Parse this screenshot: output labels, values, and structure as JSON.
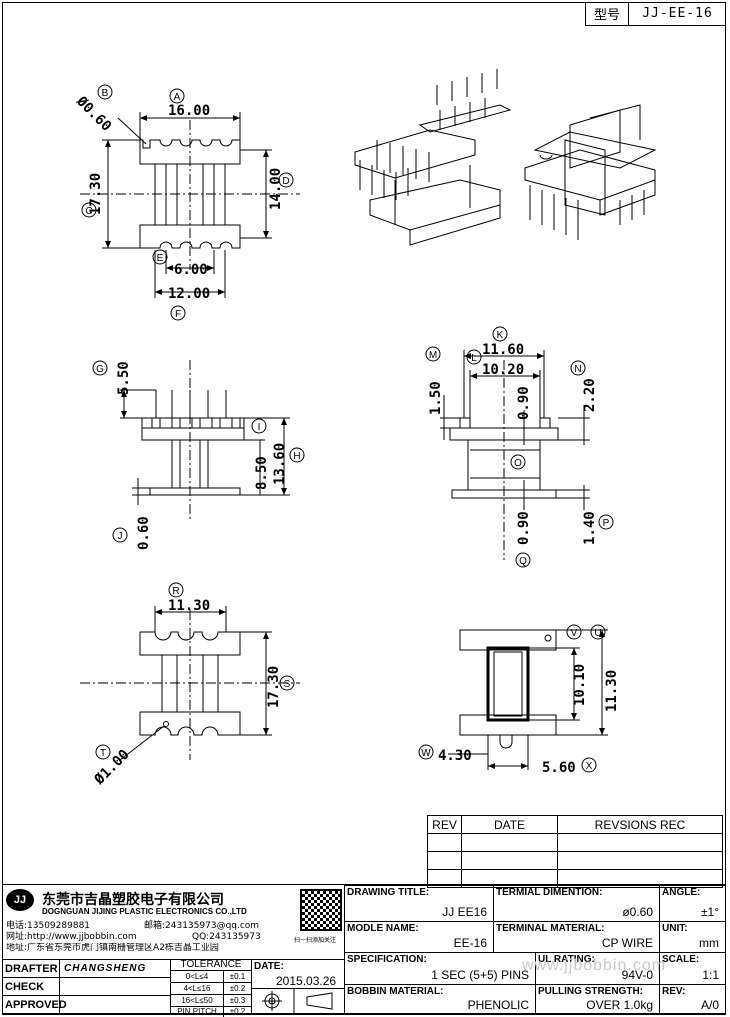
{
  "header": {
    "model_key": "型号",
    "model_value": "JJ-EE-16"
  },
  "dims": {
    "top_a": "16.00",
    "top_b": "Ø0.60",
    "top_c": "17.30",
    "top_d": "14.00",
    "top_e": "6.00",
    "top_f": "12.00",
    "side_g": "5.50",
    "side_h": "13.60",
    "side_i": "8.50",
    "side_j": "0.60",
    "front_k": "11.60",
    "front_l": "10.20",
    "front_m": "1.50",
    "front_n": "2.20",
    "front_o": "0.90",
    "front_p": "1.40",
    "front_q": "0.90",
    "bot_r": "11.30",
    "bot_s": "17.30",
    "bot_t": "Ø1.00",
    "sec_u": "11.30",
    "sec_v": "10.10",
    "sec_w": "4.30",
    "sec_x": "5.60"
  },
  "markers": [
    "A",
    "B",
    "C",
    "D",
    "E",
    "F",
    "G",
    "H",
    "I",
    "J",
    "K",
    "L",
    "M",
    "N",
    "O",
    "P",
    "Q",
    "R",
    "S",
    "T",
    "U",
    "V",
    "W",
    "X"
  ],
  "revision": {
    "col_rev": "REV",
    "col_date": "DATE",
    "col_rec": "REVSIONS REC"
  },
  "company": {
    "logo": "JJ",
    "name_cn": "东莞市吉晶塑胶电子有限公司",
    "name_en": "DOGNGUAN JIJING PLASTIC ELECTRONICS CO.,LTD",
    "phone": "电话:13509289881",
    "email": "邮箱:243135973@qq.com",
    "web": "网址:http://www.jjbobbin.com",
    "qq": "QQ:243135973",
    "address": "地址:广东省东莞市虎门镇南栅管理区A2栋吉晶工业园",
    "qr_caption": "扫一扫添加关注"
  },
  "approvals": {
    "drafter_label": "DRAFTER",
    "drafter_value": "CHANGSHENG",
    "check_label": "CHECK",
    "approved_label": "APPROVED",
    "tolerance_label": "TOLERANCE",
    "tol_rows": [
      {
        "range": "0<L≤4",
        "tol": "±0.1"
      },
      {
        "range": "4<L≤16",
        "tol": "±0.2"
      },
      {
        "range": "16<L≤50",
        "tol": "±0.3"
      },
      {
        "range": "PIN PITCH",
        "tol": "±0.2"
      }
    ],
    "date_label": "DATE:",
    "date_value": "2015.03.26"
  },
  "spec": {
    "drawing_title_label": "DRAWING TITLE:",
    "drawing_title_value": "JJ  EE16",
    "terminal_dim_label": "TERMIAL DIMENTION:",
    "terminal_dim_value": "ø0.60",
    "angle_label": "ANGLE:",
    "angle_value": "±1°",
    "module_name_label": "MODLE NAME:",
    "module_name_value": "EE-16",
    "terminal_mat_label": "TERMINAL MATERIAL:",
    "terminal_mat_value": "CP WIRE",
    "unit_label": "UNIT:",
    "unit_value": "mm",
    "specification_label": "SPECIFICATION:",
    "specification_value": "1 SEC (5+5) PINS",
    "ul_rating_label": "UL RATING:",
    "ul_rating_value": "94V-0",
    "scale_label": "SCALE:",
    "scale_value": "1:1",
    "bobbin_mat_label": "BOBBIN  MATERIAL:",
    "bobbin_mat_value": "PHENOLIC",
    "pulling_label": "PULLING STRENGTH:",
    "pulling_value": "OVER  1.0kg",
    "rev_label": "REV:",
    "rev_value": "A/0"
  },
  "watermark": "www.jjbobbin.com"
}
